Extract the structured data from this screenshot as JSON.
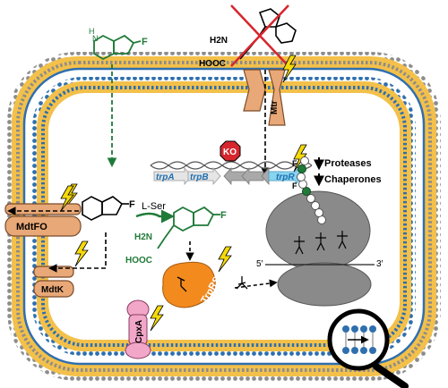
{
  "labels": {
    "fluoro": "F",
    "mtr": "Mtr",
    "ko": "KO",
    "trpA": "trpA",
    "trpB": "trpB",
    "trpR": "trpR",
    "proteases": "Proteases",
    "chaperones": "Chaperones",
    "mdtfo": "MdtFO",
    "mdtk": "MdtK",
    "lser": "L-Ser",
    "h2n": "H2N",
    "hooc": "HOOC",
    "trprs": "TrpRS",
    "cpxa": "CpxA",
    "prime5": "5′",
    "prime3": "3′"
  },
  "colors": {
    "membrane_gold": "#f3c04a",
    "membrane_blue": "#2f6fae",
    "lipid_head": "#8c8c8c",
    "transporter": "#e8a877",
    "transporter_edge": "#7a4b2b",
    "trprs": "#f28a1e",
    "cpxa": "#f2a6c8",
    "gene_arrow": "#a9a9a9",
    "ko_red": "#d7262e",
    "bolt_yellow": "#f5d90a",
    "ribosome": "#8a8a8a",
    "chem_green": "#1f7a38",
    "gene_label_blue": "#1f6fb0"
  }
}
